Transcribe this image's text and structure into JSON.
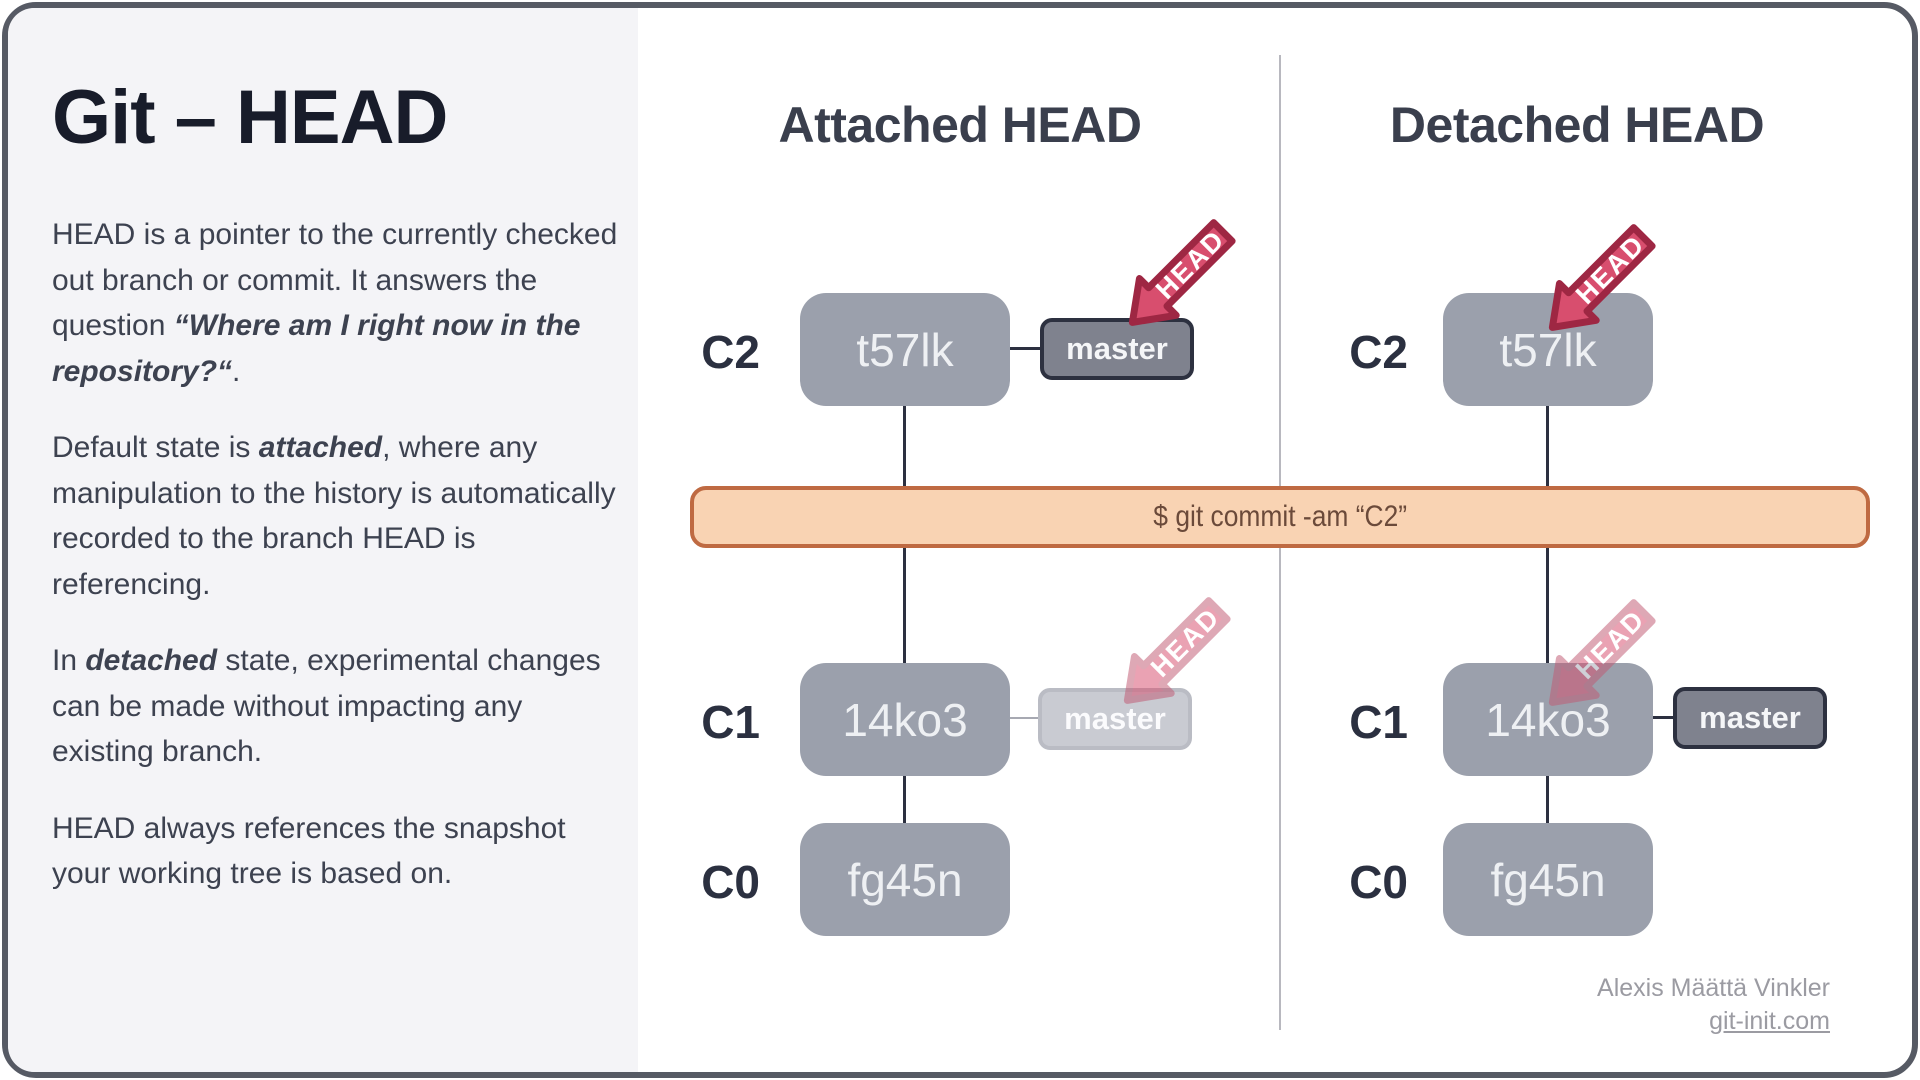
{
  "sidebar": {
    "title": "Git – HEAD",
    "p1_a": "HEAD is a pointer to the currently checked out branch or commit. It answers the question ",
    "p1_b": "“Where am I right now in the repository?“",
    "p1_c": ".",
    "p2_a": "Default state is ",
    "p2_b": "attached",
    "p2_c": ", where any manipulation to the history is automatically recorded to the branch HEAD is referencing.",
    "p3_a": "In ",
    "p3_b": "detached",
    "p3_c": " state, experimental changes can be made without impacting any existing branch.",
    "p4": "HEAD always references the snapshot your working tree is based on."
  },
  "attached": {
    "title": "Attached HEAD",
    "rows": [
      {
        "label": "C2",
        "hash": "t57lk"
      },
      {
        "label": "C1",
        "hash": "14ko3"
      },
      {
        "label": "C0",
        "hash": "fg45n"
      }
    ],
    "branch_current": "master",
    "branch_previous": "master",
    "head_current": "HEAD",
    "head_previous": "HEAD"
  },
  "detached": {
    "title": "Detached HEAD",
    "rows": [
      {
        "label": "C2",
        "hash": "t57lk"
      },
      {
        "label": "C1",
        "hash": "14ko3"
      },
      {
        "label": "C0",
        "hash": "fg45n"
      }
    ],
    "branch": "master",
    "head_current": "HEAD",
    "head_previous": "HEAD"
  },
  "banner": {
    "command": "$ git commit -am “C2”"
  },
  "footer": {
    "author": "Alexis Määttä Vinkler",
    "site": "git-init.com"
  },
  "colors": {
    "head_arrow": "#d84e6e",
    "head_arrow_border": "#9e2743",
    "commit_node": "#9ba0ac",
    "branch_tag": "#7f828e",
    "branch_tag_border": "#2d3140",
    "branch_tag_faded": "#c9cbd2",
    "banner_bg": "#f9d3b3",
    "banner_border": "#bf6a42",
    "sidebar_bg": "#f4f4f7",
    "card_border": "#565a64",
    "line": "#2c3040"
  }
}
